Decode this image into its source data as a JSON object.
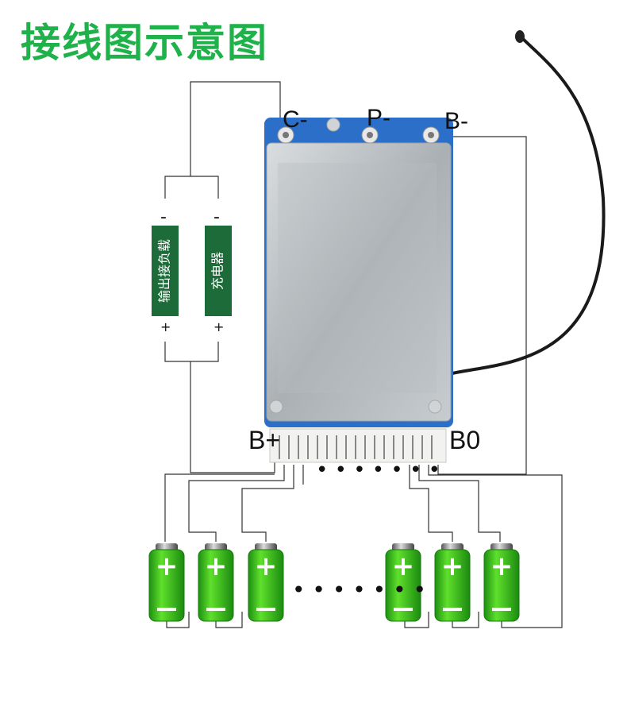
{
  "title": "接线图示意图",
  "terminals": {
    "c_minus": "C-",
    "p_minus": "P-",
    "b_minus": "B-",
    "b_plus": "B+",
    "b0": "B0"
  },
  "loads": [
    {
      "label": "输出接负载",
      "minus": "-",
      "plus": "+"
    },
    {
      "label": "充电器",
      "minus": "-",
      "plus": "+"
    }
  ],
  "battery_symbols": {
    "plus": "+",
    "minus": "-"
  },
  "colors": {
    "title": "#1fb24a",
    "label_bg": "#1e6b3a",
    "battery": "#2fc21a",
    "wire": "#333333"
  }
}
